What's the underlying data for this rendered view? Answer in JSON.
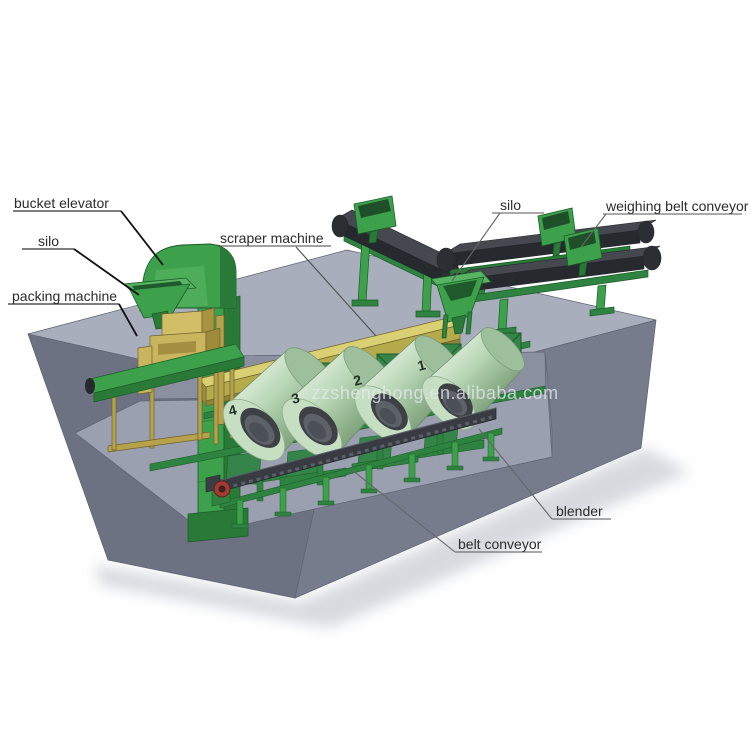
{
  "diagram": {
    "watermark": "zzshenghong.en.alibaba.com",
    "labels": [
      {
        "id": "bucket-elevator",
        "text": "bucket elevator"
      },
      {
        "id": "silo-left",
        "text": "silo"
      },
      {
        "id": "packing-machine",
        "text": "packing machine"
      },
      {
        "id": "scraper-machine",
        "text": "scraper machine"
      },
      {
        "id": "silo-top-right",
        "text": "silo"
      },
      {
        "id": "weighing-belt-conveyor",
        "text": "weighing belt conveyor"
      },
      {
        "id": "blender",
        "text": "blender"
      },
      {
        "id": "belt-conveyor",
        "text": "belt conveyor"
      }
    ],
    "blenders": [
      {
        "number": "1"
      },
      {
        "number": "2"
      },
      {
        "number": "3"
      },
      {
        "number": "4"
      }
    ],
    "colors": {
      "machine_green": "#3da04b",
      "machine_green_dark": "#2a7a37",
      "machine_green_light": "#57b463",
      "packing_yellow": "#c9b55e",
      "scraper_beam_yellow": "#d8d073",
      "belt_dark": "#35383d",
      "platform_top_grey": "#a8aebc",
      "platform_front_grey": "#6d7282",
      "pit_floor_grey": "#9aa0b0",
      "drum_body_green": "#b9d7b6",
      "motor_red": "#a23b33",
      "background": "#ffffff"
    }
  }
}
